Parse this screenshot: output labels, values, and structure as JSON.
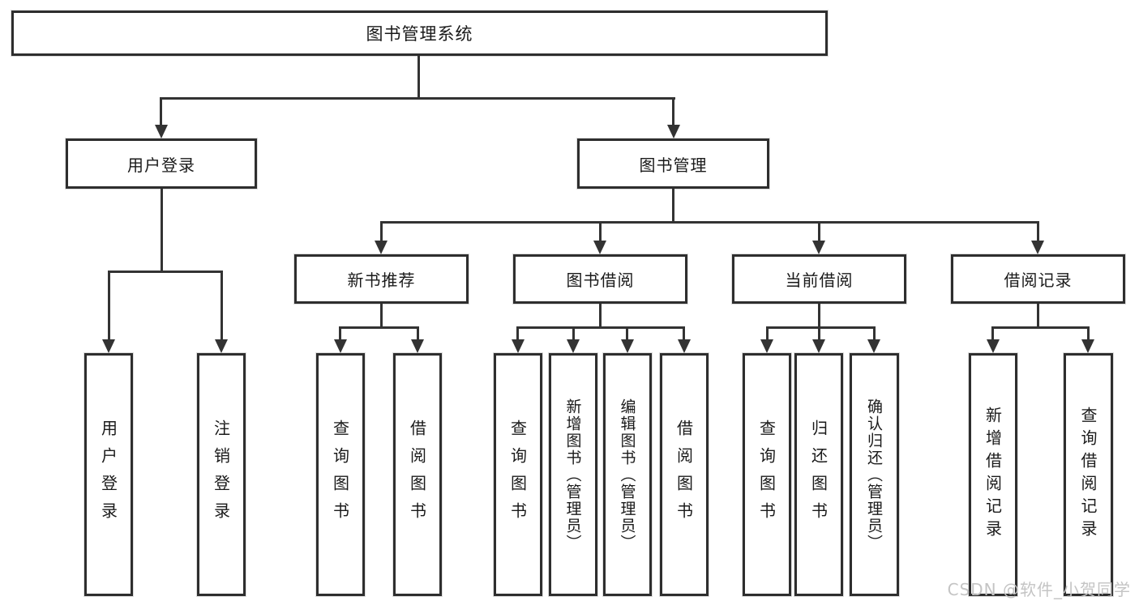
{
  "diagram": {
    "root": {
      "label": "图书管理系统"
    },
    "branches": [
      {
        "label": "用户登录",
        "children": [
          {
            "label": "用户登录"
          },
          {
            "label": "注销登录"
          }
        ]
      },
      {
        "label": "图书管理",
        "children": [
          {
            "label": "新书推荐",
            "children": [
              {
                "label": "查询图书"
              },
              {
                "label": "借阅图书"
              }
            ]
          },
          {
            "label": "图书借阅",
            "children": [
              {
                "label": "查询图书"
              },
              {
                "label": "新增图书（管理员）"
              },
              {
                "label": "编辑图书（管理员）"
              },
              {
                "label": "借阅图书"
              }
            ]
          },
          {
            "label": "当前借阅",
            "children": [
              {
                "label": "查询图书"
              },
              {
                "label": "归还图书"
              },
              {
                "label": "确认归还（管理员）"
              }
            ]
          },
          {
            "label": "借阅记录",
            "children": [
              {
                "label": "新增借阅记录"
              },
              {
                "label": "查询借阅记录"
              }
            ]
          }
        ]
      }
    ]
  },
  "watermark": {
    "text": "CSDN @软件_小贺同学",
    "color": "#c4c4c4"
  },
  "style": {
    "line_color": "#333333",
    "box_border_color": "#2e2e2e",
    "box_background": "#ffffff",
    "text_color": "#1a1a1a",
    "page_background": "#ffffff"
  }
}
